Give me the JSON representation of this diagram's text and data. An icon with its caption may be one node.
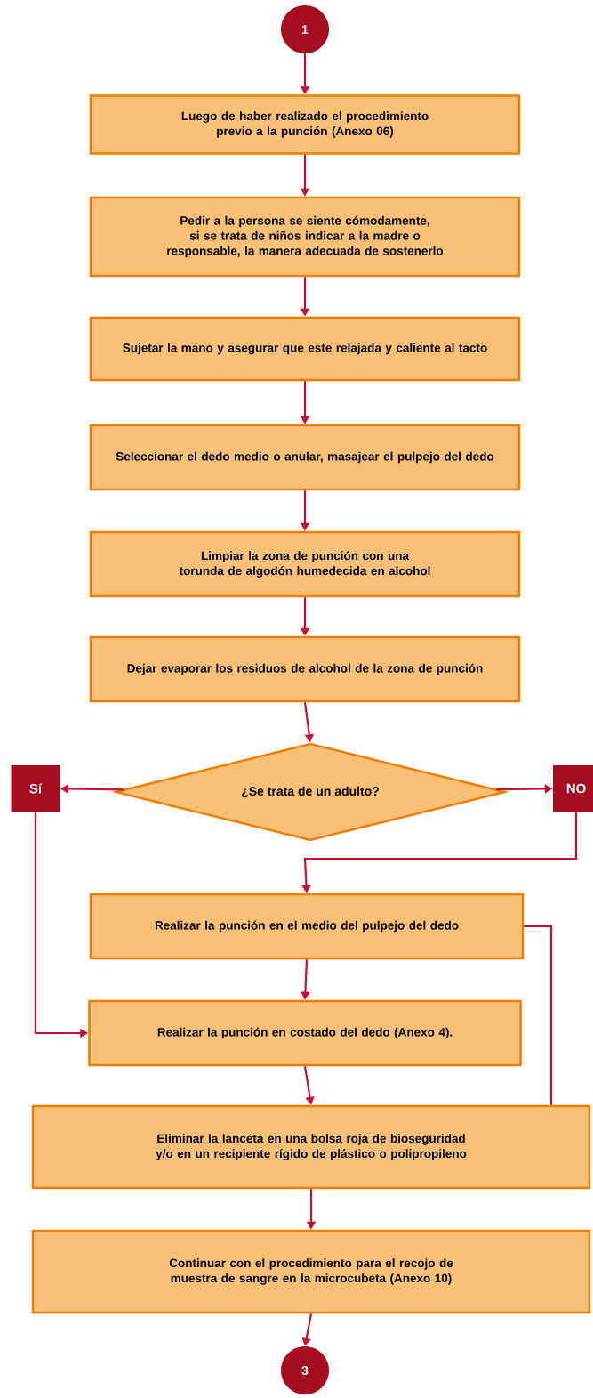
{
  "diagram": {
    "nodes": [
      {
        "text": [
          "1"
        ]
      },
      {
        "text": [
          "Luego de haber realizado el procedimiento previo a la punción (Anexo 06)"
        ]
      },
      {
        "text": [
          "Pedir a la persona se siente cómodamente, si se trata de niños indicar a la madre o responsable, la manera adecuada de sostenerlo"
        ]
      },
      {
        "text": [
          "Sujetar la mano y asegurar que este relajada y caliente al tacto"
        ]
      },
      {
        "text": [
          "Seleccionar el dedo medio o anular, masajear el pulpejo del dedo"
        ]
      },
      {
        "text": [
          "Limpiar la zona de punción con una torunda de algodón humedecida en alcohol"
        ]
      },
      {
        "text": [
          "Dejar evaporar los residuos de alcohol de la zona de punción"
        ]
      },
      {
        "text": [
          "¿Se trata de un adulto?"
        ]
      },
      {
        "text": [
          "Sí"
        ]
      },
      {
        "text": [
          "NO"
        ]
      },
      {
        "text": [
          "Realizar la punción en el medio del pulpejo del dedo"
        ]
      },
      {
        "text": [
          "Realizar la punción en costado del dedo (Anexo 4)."
        ]
      },
      {
        "text": [
          "Eliminar la lanceta en una bolsa roja de bioseguridad y/o en un recipiente rígido de plástico o polipropileno"
        ]
      },
      {
        "text": [
          "Continuar con el procedimiento para el recojo de muestra de sangre en la microcubeta (Anexo 10)"
        ]
      },
      {
        "text": [
          "3"
        ]
      }
    ],
    "edges": [
      {
        "from": 0,
        "to": 1,
        "arrow": "to"
      },
      {
        "from": 1,
        "to": 2,
        "arrow": "to"
      },
      {
        "from": 2,
        "to": 3,
        "arrow": "to"
      },
      {
        "from": 3,
        "to": 4,
        "arrow": "to"
      },
      {
        "from": 4,
        "to": 5,
        "arrow": "to"
      },
      {
        "from": 5,
        "to": 6,
        "arrow": "to"
      },
      {
        "from": 6,
        "to": 7,
        "arrow": "to"
      },
      {
        "from": 7,
        "to": 8,
        "arrow": "to"
      },
      {
        "from": 7,
        "to": 9,
        "arrow": "to"
      },
      {
        "from": 9,
        "to": 10,
        "arrow": "to"
      },
      {
        "from": 8,
        "to": 11,
        "arrow": "to"
      },
      {
        "from": 10,
        "to": 11,
        "arrow": "to"
      },
      {
        "from": 11,
        "to": 12,
        "arrow": "to"
      },
      {
        "from": 10,
        "to": 12,
        "arrow": "none"
      },
      {
        "from": 12,
        "to": 13,
        "arrow": "to"
      },
      {
        "from": 13,
        "to": 14,
        "arrow": "to"
      }
    ]
  }
}
